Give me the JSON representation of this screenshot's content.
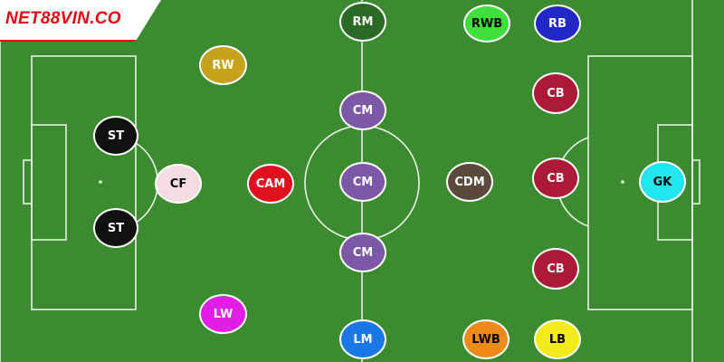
{
  "brand": {
    "logo_text": "NET88VIN.CO"
  },
  "colors": {
    "pitch": "#3d8b30",
    "line": "#e8f1e6"
  },
  "players": [
    {
      "label": "RM",
      "color": "#2a6a26",
      "text": "light"
    },
    {
      "label": "RWB",
      "color": "#3fe03b",
      "text": "dark"
    },
    {
      "label": "RB",
      "color": "#2228c8",
      "text": "light"
    },
    {
      "label": "RW",
      "color": "#c7a21c",
      "text": "light"
    },
    {
      "label": "CM",
      "color": "#7b58a8",
      "text": "light"
    },
    {
      "label": "CB",
      "color": "#ad1a38",
      "text": "light"
    },
    {
      "label": "ST",
      "color": "#111111",
      "text": "light"
    },
    {
      "label": "CF",
      "color": "#f4dde2",
      "text": "dark"
    },
    {
      "label": "CAM",
      "color": "#e0101e",
      "text": "light"
    },
    {
      "label": "CM",
      "color": "#7b58a8",
      "text": "light"
    },
    {
      "label": "CDM",
      "color": "#5a4a3c",
      "text": "light"
    },
    {
      "label": "CB",
      "color": "#ad1a38",
      "text": "light"
    },
    {
      "label": "GK",
      "color": "#22e6ee",
      "text": "dark"
    },
    {
      "label": "ST",
      "color": "#111111",
      "text": "light"
    },
    {
      "label": "CM",
      "color": "#7b58a8",
      "text": "light"
    },
    {
      "label": "CB",
      "color": "#ad1a38",
      "text": "light"
    },
    {
      "label": "LW",
      "color": "#e01ee6",
      "text": "light"
    },
    {
      "label": "LM",
      "color": "#1a78e6",
      "text": "light"
    },
    {
      "label": "LWB",
      "color": "#ee8a18",
      "text": "dark"
    },
    {
      "label": "LB",
      "color": "#f2ea1a",
      "text": "dark"
    }
  ]
}
